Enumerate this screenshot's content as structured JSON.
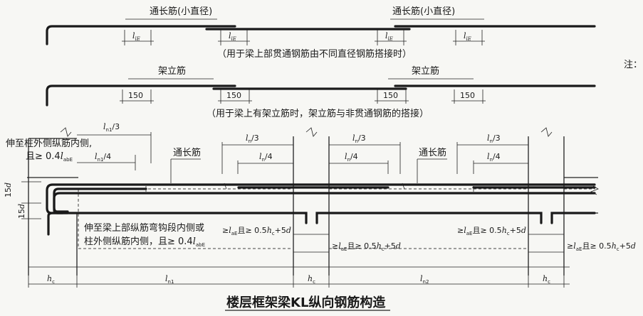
{
  "top_rebar": {
    "label_left": "通长筋(小直径)",
    "label_right": "通长筋(小直径)",
    "lap": "l",
    "lap_sub": "lE",
    "caption": "（用于梁上部贯通钢筋由不同直径钢筋搭接时）"
  },
  "erection_rebar": {
    "label_left": "架立筋",
    "label_right": "架立筋",
    "lap_150": "150",
    "caption": "（用于梁上有架立筋时，架立筋与非贯通钢筋的搭接）"
  },
  "note_label": "注：",
  "main": {
    "ln1_3": "/3",
    "ln1_4": "/4",
    "ln_3": "/3",
    "ln_4": "/4",
    "l": "l",
    "n1": "n1",
    "n": "n",
    "n2": "n2",
    "throughbar_left": "通长筋",
    "throughbar_right": "通长筋",
    "left_note_line1": "伸至柱外侧纵筋内侧,",
    "left_note_line2": "且≥ 0.4",
    "left_note_sub": "abE",
    "mid_note_line1": "伸至梁上部纵筋弯钩段内侧或",
    "mid_note_line2": "柱外侧纵筋内侧，且≥ 0.4",
    "mid_note_sub": "abE",
    "anchor_text": "≥",
    "anchor_sub": "aE",
    "anchor_rest": "且≥ 0.5",
    "hc": "h",
    "hc_sub": "c",
    "plus5d": "+5",
    "d": "d",
    "ld15": "15",
    "title": "楼层框架梁KL纵向钢筋构造"
  },
  "colors": {
    "ink": "#1a1a1a",
    "paper": "#f7f7f4"
  }
}
